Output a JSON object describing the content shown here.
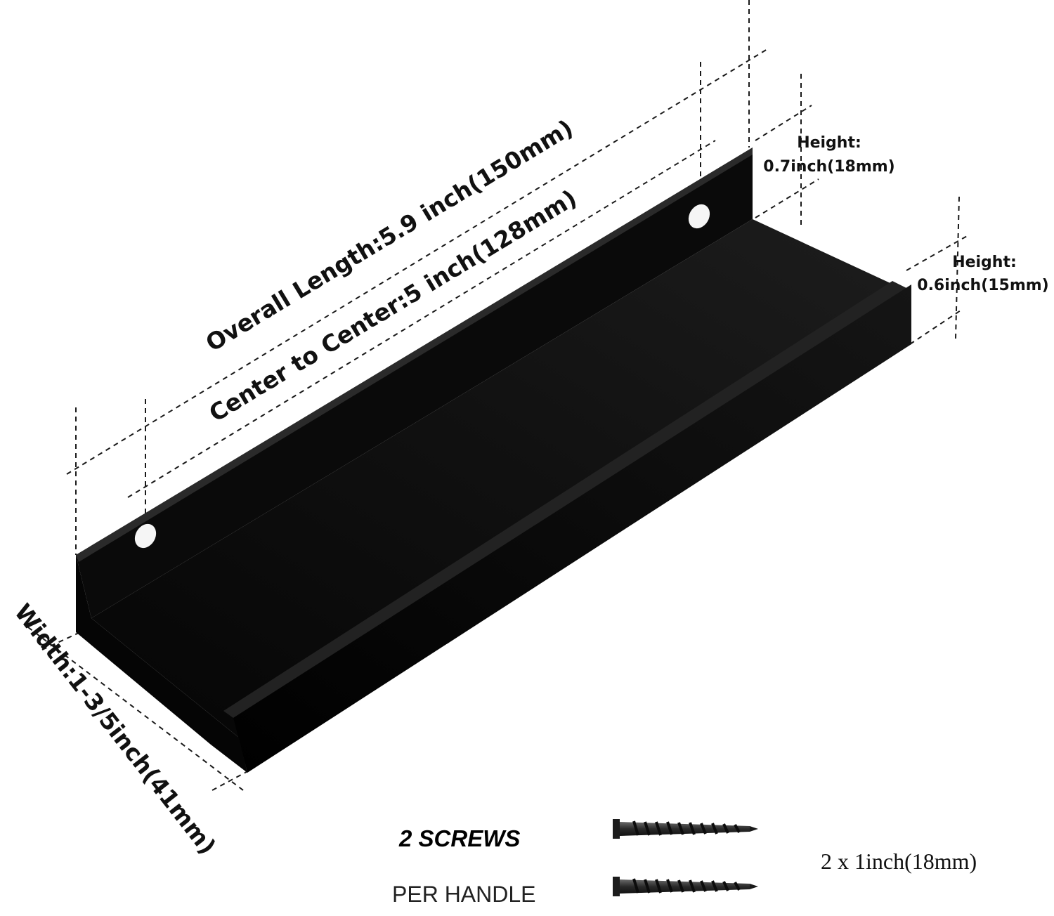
{
  "dimensions": {
    "overall_length": "Overall Length:5.9 inch(150mm)",
    "center_to_center": "Center to Center:5 inch(128mm)",
    "width": "Width:1-3/5inch(41mm)",
    "back_height_title": "Height:",
    "back_height_value": "0.7inch(18mm)",
    "front_height_title": "Height:",
    "front_height_value": "0.6inch(15mm)"
  },
  "hardware": {
    "count_label": "2 SCREWS",
    "per_label": "PER HANDLE",
    "size_label": "2 x 1inch(18mm)"
  },
  "colors": {
    "handle": "#0b0b0b",
    "background": "#ffffff",
    "dimension_lines": "#1a1a1a",
    "screw": "#2a2a2a"
  },
  "icons": [
    "screw-icon",
    "mounting-hole-icon"
  ]
}
